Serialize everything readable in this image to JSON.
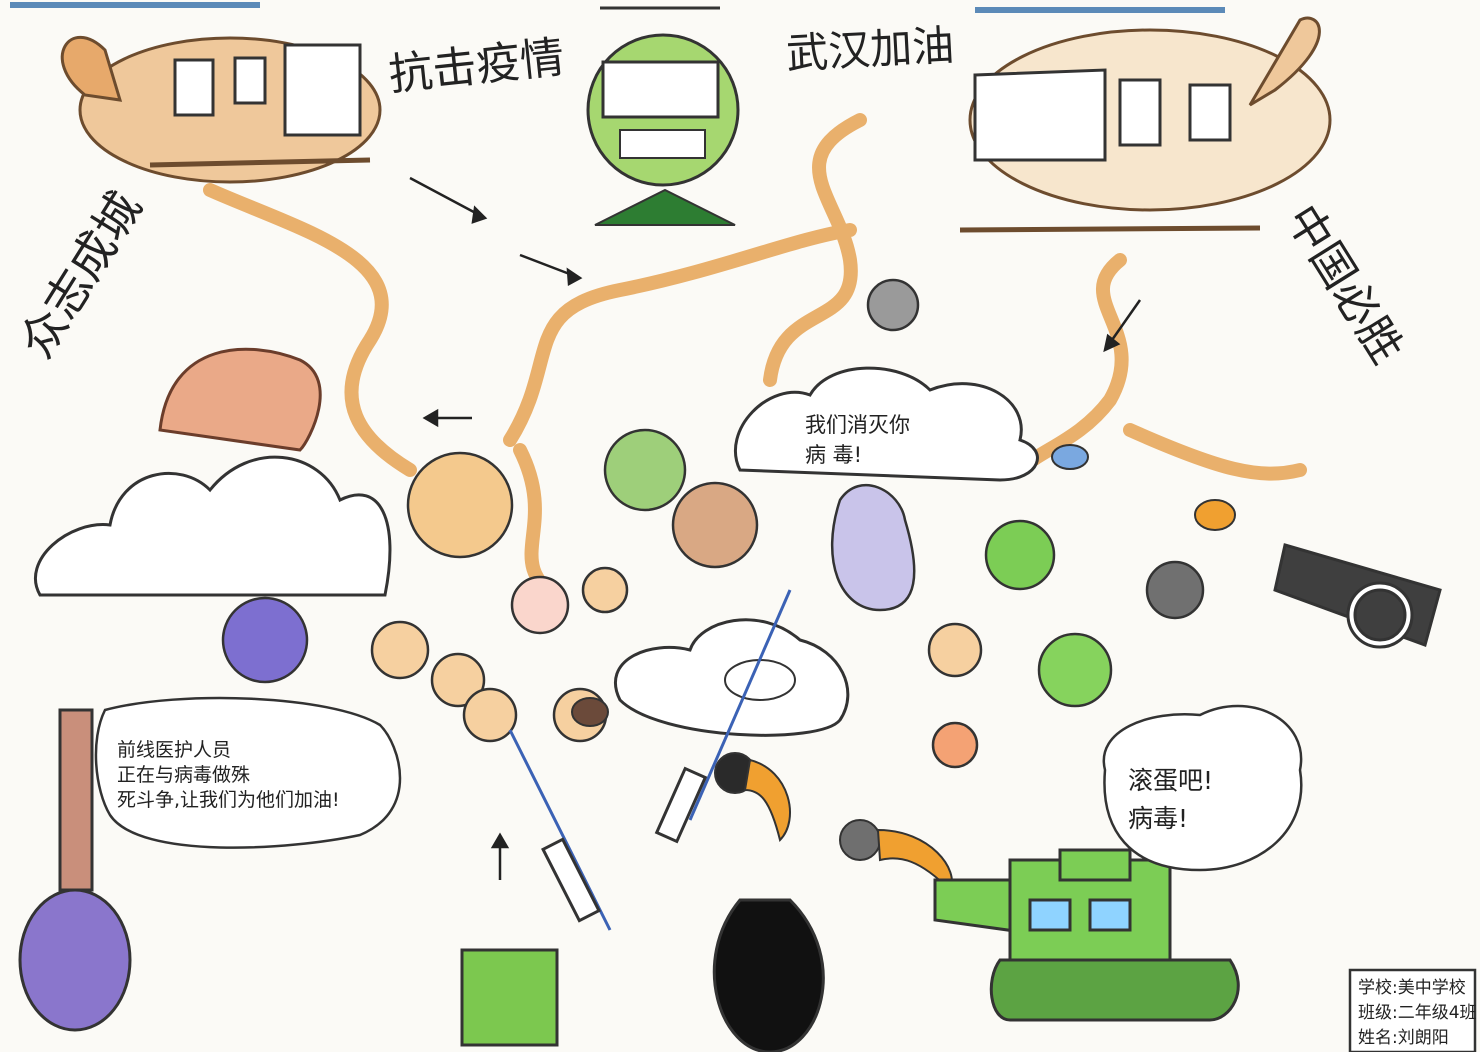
{
  "titles": {
    "fight_epidemic": "抗击疫情",
    "wuhan_cheer": "武汉加油",
    "unity": "众志成城",
    "china_wins": "中国必胜"
  },
  "speech_bubbles": {
    "medical_staff": [
      "前线医护人员",
      "正在与病毒做殊",
      "死斗争,让我们为他们加油!"
    ],
    "destroy_virus": [
      "我们消灭你",
      "病  毒!"
    ],
    "get_lost": [
      "滚蛋吧!",
      "病毒!"
    ]
  },
  "signature": [
    "学校:美中学校",
    "班级:二年级4班",
    "姓名:刘朗阳"
  ],
  "colors": {
    "paper": "#fbfaf6",
    "orange_helicopter": "#e7a96b",
    "green_helicopter": "#8fc45a",
    "tank_green": "#6cbf55",
    "virus_purple": "#7d6fd0",
    "flame_orange": "#e9b06c",
    "cannon_gray": "#3f3f3f"
  }
}
